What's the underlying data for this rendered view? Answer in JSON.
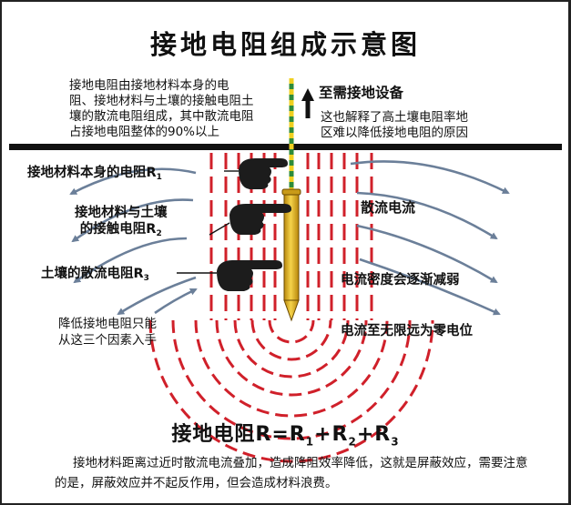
{
  "title": "接地电阻组成示意图",
  "description": [
    "接地电阻由接地材料本身的电",
    "阻、接地材料与土壤的接触电阻土",
    "壤的散流电阻组成，其中散流电阻",
    "占接地电阻整体的90%以上"
  ],
  "equipment_label": "至需接地设备",
  "resistivity_note": [
    "这也解释了高土壤电阻率地",
    "区难以降低接地电阻的原因"
  ],
  "labels": {
    "r1_text": "接地材料本身的电阻R",
    "r1_sub": "1",
    "r2_line1": "接地材料与土壤",
    "r2_line2_text": "的接触电阻R",
    "r2_sub": "2",
    "r3_text": "土壤的散流电阻R",
    "r3_sub": "3",
    "current_flow": "散流电流",
    "density_decrease": "电流密度会逐渐减弱",
    "zero_potential": "电流至无限远为零电位"
  },
  "reduce_note": [
    "降低接地电阻只能",
    "从这三个因素入手"
  ],
  "formula": {
    "lhs": "接地电阻R=R",
    "s1": "1",
    "plus1": "+R",
    "s2": "2",
    "plus2": "+R",
    "s3": "3"
  },
  "bottom_note": "接地材料距离过近时散流电流叠加，造成降阻效率降低，这就是屏蔽效应，需要注意的是，屏蔽效应并不起反作用，但会造成材料浪费。",
  "colors": {
    "ground_line": "#111111",
    "current_lines": "#d0202a",
    "arrows": "#6b7f99",
    "electrode": "#e8c020",
    "ground_wire": [
      "#2e8b3a",
      "#f0d020"
    ]
  },
  "icons": [
    "pointing-hand-icon",
    "arrow-up-icon",
    "curved-arrow-icon"
  ]
}
